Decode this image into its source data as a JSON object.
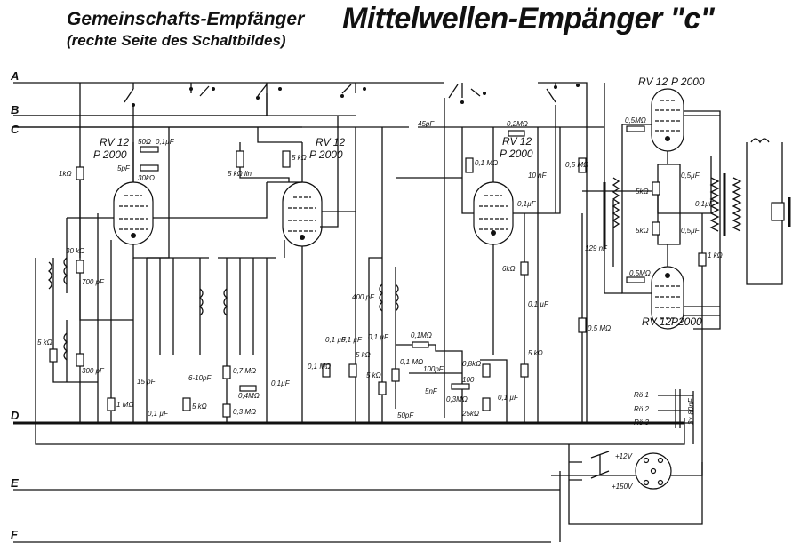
{
  "title": {
    "main_left": "Gemeinschafts-Empfänger",
    "main_right": "Mittelwellen-Empänger \"c\"",
    "subtitle": "(rechte Seite des Schaltbildes)"
  },
  "buses": [
    "A",
    "B",
    "C",
    "D",
    "E",
    "F"
  ],
  "tubes": [
    {
      "type": "RV 12",
      "code": "P 2000"
    },
    {
      "type": "RV 12",
      "code": "P 2000"
    },
    {
      "type": "RV 12",
      "code": "P 2000"
    },
    {
      "type": "RV 12",
      "code": "P 2000"
    },
    {
      "type": "RV 12",
      "code": "P2000"
    }
  ],
  "labels": {
    "left": [
      "1kΩ",
      "50Ω",
      "0,1µF",
      "5pF",
      "30kΩ",
      "30 kΩ",
      "700 pF",
      "5 kΩ",
      "300 pF",
      "1 MΩ",
      "15 pF",
      "6-10pF",
      "0,1 µF",
      "5 kΩ",
      "0,7 MΩ",
      "0,4MΩ",
      "0,3 MΩ",
      "0,1µF",
      "5 kΩ lin",
      "5 kΩ"
    ],
    "middle": [
      "45pF",
      "400 pF",
      "0,1 µF",
      "0,1 µF",
      "0,1 MΩ",
      "5 kΩ",
      "0,1 µF",
      "5 kΩ",
      "0,1MΩ",
      "100pF",
      "0,1 MΩ",
      "5nF",
      "50pF",
      "100",
      "0,3MΩ",
      "25kΩ",
      "0,8kΩ",
      "0,1 µF",
      "0,2MΩ",
      "0,1 MΩ",
      "10 nF",
      "0,1µF",
      "6kΩ",
      "0,1 µF",
      "5 kΩ",
      "0,5 MΩ"
    ],
    "right": [
      "0,5MΩ",
      "5kΩ",
      "0,5µF",
      "5kΩ",
      "0,5µF",
      "0,1µF",
      "129 nF",
      "1 kΩ",
      "0,5MΩ",
      "0,5 MΩ",
      "Rö 1",
      "Rö 2",
      "Rö 3",
      "3× 80nF",
      "+12V",
      "+150V"
    ]
  }
}
